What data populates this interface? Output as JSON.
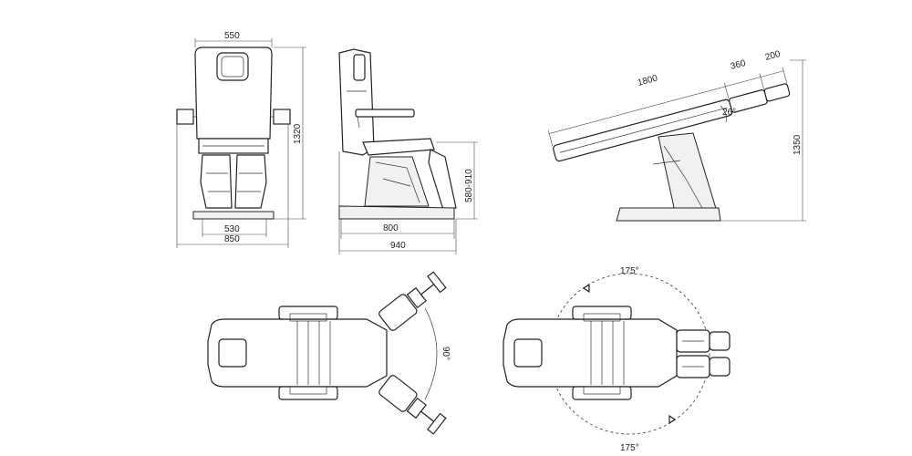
{
  "front_view": {
    "seat_width": "550",
    "height": "1320",
    "base_width": "530",
    "overall_width": "850"
  },
  "side_view": {
    "seat_height": "580-910",
    "base_length": "800",
    "overall_length": "940"
  },
  "reclined_view": {
    "total_length": "1800",
    "head_section": "360",
    "head_rest": "200",
    "backrest_angle": "26°",
    "max_height": "1350"
  },
  "top_view_legs": {
    "leg_swing_angle": "90°"
  },
  "top_view_rotation": {
    "rotation_top": "175°",
    "rotation_bottom": "175°"
  },
  "colors": {
    "line": "#222222",
    "background": "#ffffff"
  }
}
